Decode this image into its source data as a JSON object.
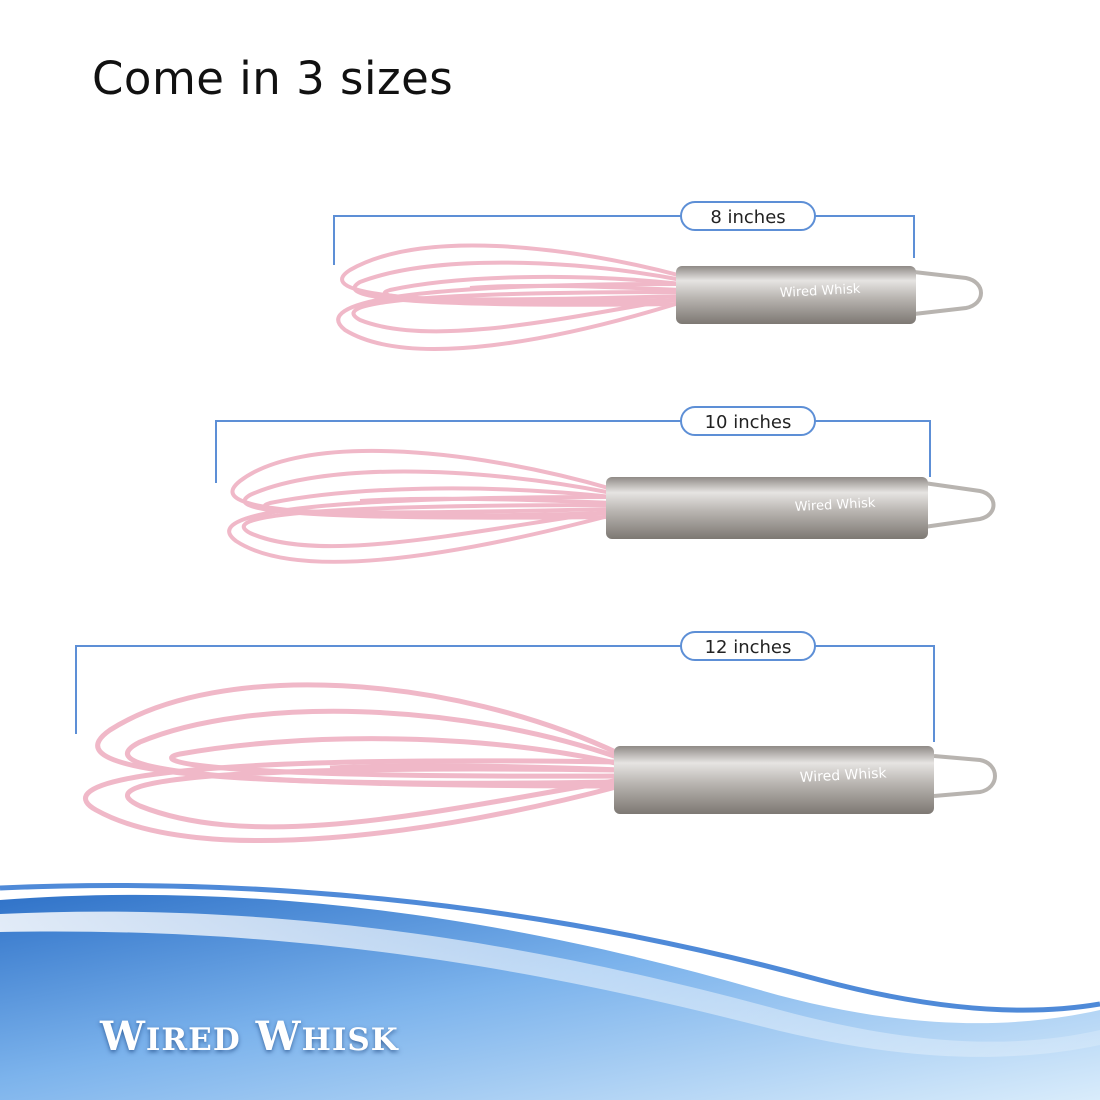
{
  "headline": "Come in 3 sizes",
  "colors": {
    "wire": "#f0b8c8",
    "dimension_line": "#5d8fd6",
    "handle": "#c4c2c0",
    "footer_wave": "#6fa6e4"
  },
  "whisks": [
    {
      "size_label": "8 inches",
      "handle_text": "Wired Whisk"
    },
    {
      "size_label": "10 inches",
      "handle_text": "Wired Whisk"
    },
    {
      "size_label": "12 inches",
      "handle_text": "Wired Whisk"
    }
  ],
  "brand": {
    "first_initial": "W",
    "first_rest": "IRED",
    "second_initial": "W",
    "second_rest": "HISK"
  }
}
